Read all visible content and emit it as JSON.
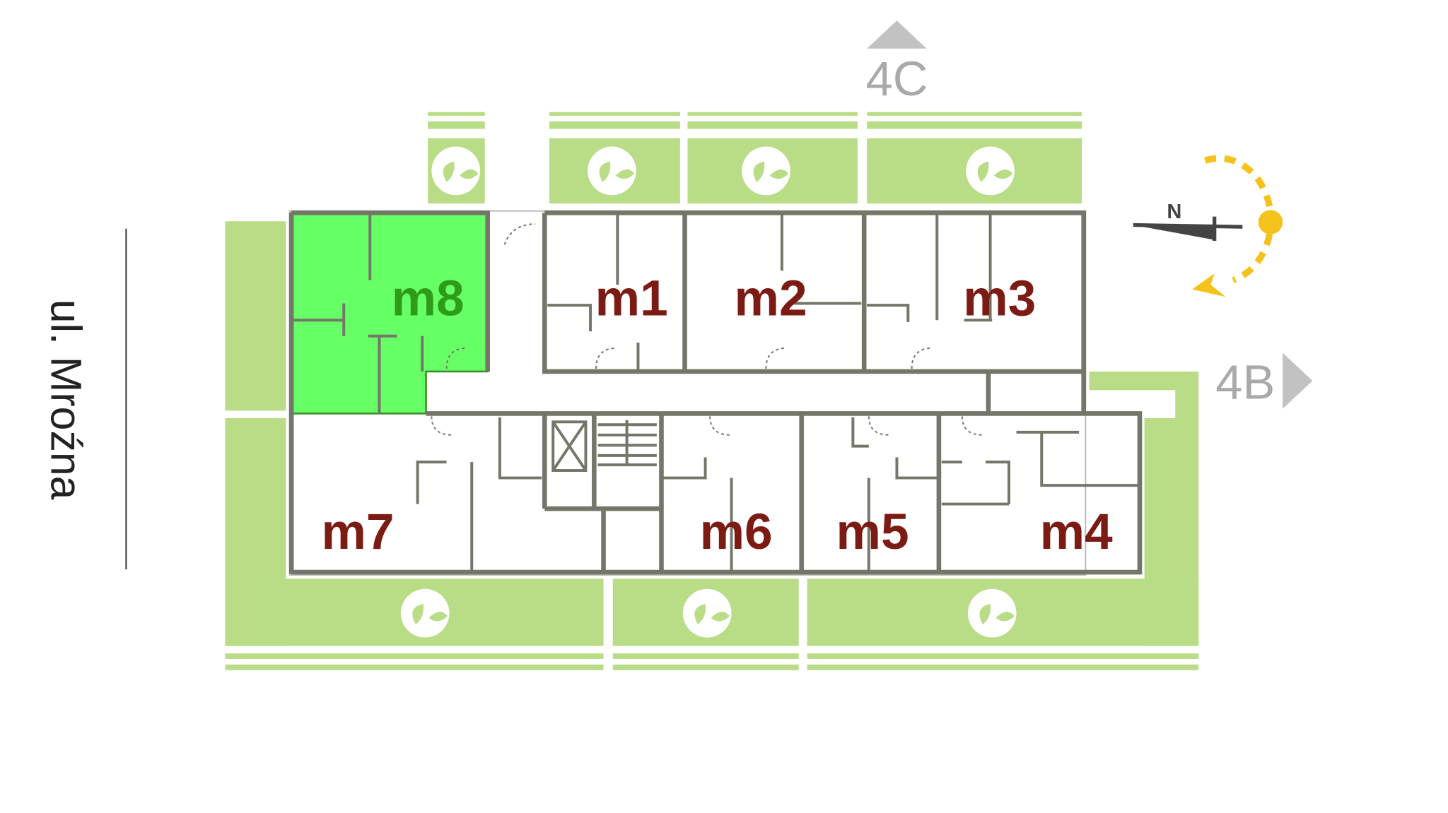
{
  "street": {
    "name": "ul. Mroźna"
  },
  "wings": {
    "north": {
      "label": "4C",
      "icon": "triangle-up-icon"
    },
    "east": {
      "label": "4B",
      "icon": "triangle-right-icon"
    }
  },
  "compass": {
    "north_label": "N",
    "icon": "compass-sun-path-icon"
  },
  "units": [
    {
      "label": "m1",
      "selected": false
    },
    {
      "label": "m2",
      "selected": false
    },
    {
      "label": "m3",
      "selected": false
    },
    {
      "label": "m4",
      "selected": false
    },
    {
      "label": "m5",
      "selected": false
    },
    {
      "label": "m6",
      "selected": false
    },
    {
      "label": "m7",
      "selected": false
    },
    {
      "label": "m8",
      "selected": true
    }
  ],
  "colors": {
    "selected_unit": "#66ff66",
    "terrace": "#b9dc86",
    "wall": "#75766a",
    "unit_label": "#7b1b14",
    "sun": "#f4c21a"
  }
}
